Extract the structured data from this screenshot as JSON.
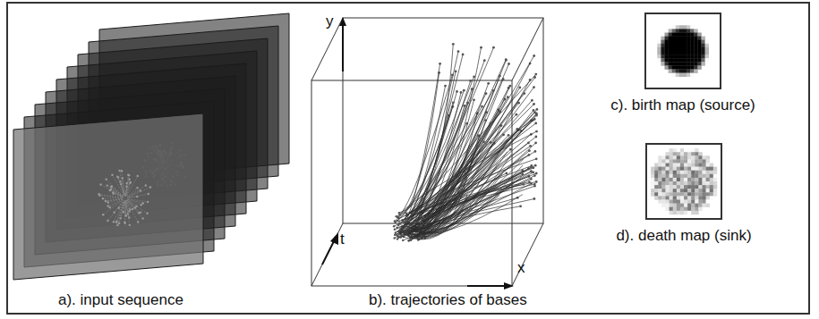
{
  "diagram": {
    "nodes": [
      {
        "text": [
          "c). birth map (source)"
        ]
      },
      {
        "text": [
          "d). death map (sink)"
        ]
      }
    ],
    "labels": [
      "a). input sequence",
      "b). trajectories of bases",
      "y",
      "t",
      "x"
    ]
  }
}
